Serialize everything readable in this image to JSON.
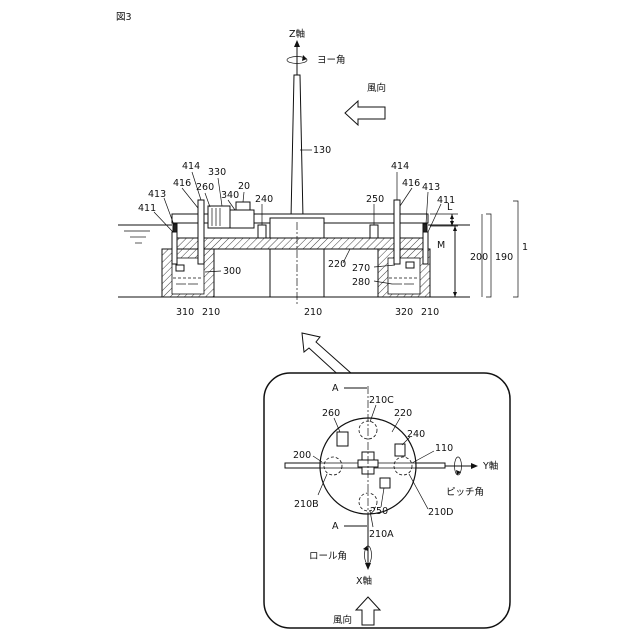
{
  "figure_label": "図3",
  "labels": {
    "z_axis": "Z軸",
    "yaw": "ヨー角",
    "wind_top": "風向",
    "l130": "130",
    "l414a": "414",
    "l330": "330",
    "l260a": "260",
    "l416a": "416",
    "l340": "340",
    "l20": "20",
    "l240a": "240",
    "l413a": "413",
    "l411a": "411",
    "l414b": "414",
    "l250a": "250",
    "l416b": "416",
    "l413b": "413",
    "l411b": "411",
    "lL": "L",
    "lM": "M",
    "l200a": "200",
    "l190": "190",
    "l1": "1",
    "l300": "300",
    "l220a": "220",
    "l270": "270",
    "l280": "280",
    "l310": "310",
    "l210a": "210",
    "l210b": "210",
    "l320": "320",
    "l210c": "210",
    "pA_top": "A",
    "l210C": "210C",
    "l260b": "260",
    "l220b": "220",
    "l240b": "240",
    "l110": "110",
    "l200b": "200",
    "y_axis": "Y軸",
    "pitch": "ピッチ角",
    "l210B": "210B",
    "l250b": "250",
    "l210D": "210D",
    "pA_bot": "A",
    "l210A": "210A",
    "roll": "ロール角",
    "x_axis": "X軸",
    "wind_bottom": "風向"
  }
}
